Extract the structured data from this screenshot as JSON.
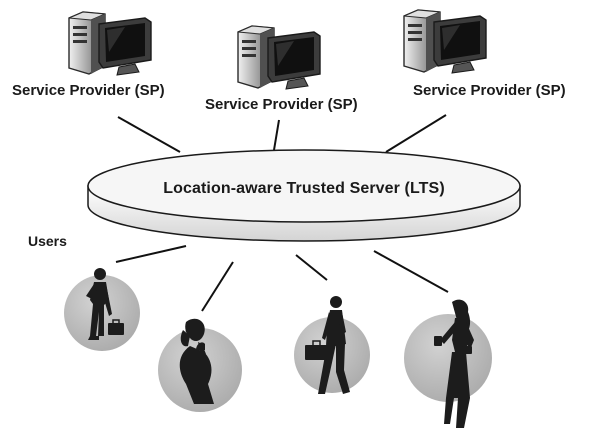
{
  "diagram": {
    "service_providers": [
      {
        "label": "Service Provider (SP)",
        "icon": "desktop-computer-icon"
      },
      {
        "label": "Service Provider (SP)",
        "icon": "desktop-computer-icon"
      },
      {
        "label": "Service Provider (SP)",
        "icon": "desktop-computer-icon"
      }
    ],
    "server": {
      "label": "Location-aware Trusted Server (LTS)",
      "shape": "disc"
    },
    "users": {
      "label": "Users",
      "figures": [
        {
          "icon": "businessman-with-briefcase-icon"
        },
        {
          "icon": "woman-on-phone-icon"
        },
        {
          "icon": "walking-man-with-briefcase-icon"
        },
        {
          "icon": "woman-with-coffee-icon"
        }
      ]
    },
    "colors": {
      "ink": "#1a1a1a",
      "disc_fill": "#f2f2f2",
      "circle_fill": "#bdbdbd",
      "monitor_screen": "#101010"
    }
  }
}
